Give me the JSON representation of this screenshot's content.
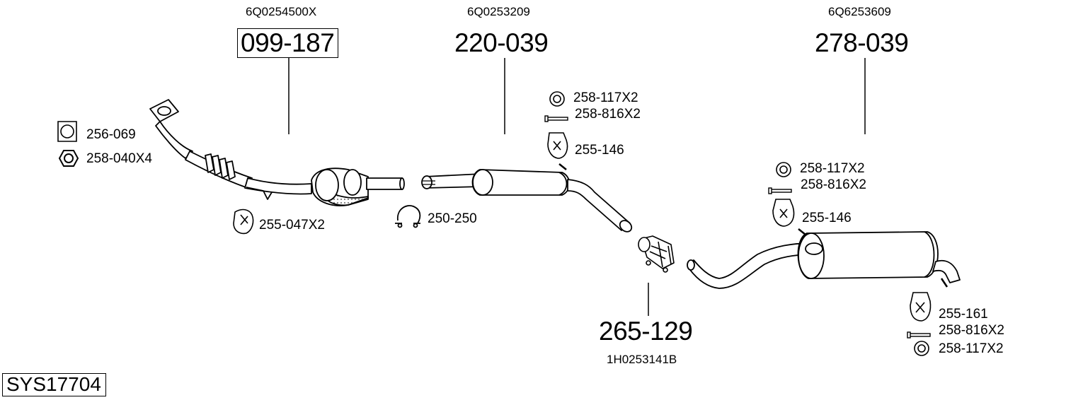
{
  "system_code": "SYS17704",
  "main_parts": [
    {
      "id": "catalytic-converter",
      "part_number": "099-187",
      "oem_number": "6Q0254500X",
      "highlighted": true
    },
    {
      "id": "center-silencer",
      "part_number": "220-039",
      "oem_number": "6Q0253209",
      "highlighted": false
    },
    {
      "id": "connector-pipe",
      "part_number": "265-129",
      "oem_number": "1H0253141B",
      "highlighted": false
    },
    {
      "id": "rear-silencer",
      "part_number": "278-039",
      "oem_number": "6Q6253609",
      "highlighted": false
    }
  ],
  "accessories": {
    "cat_gasket": "256-069",
    "cat_nut": "258-040X4",
    "cat_hanger": "255-047X2",
    "clamp": "250-250",
    "center_ring": "258-117X2",
    "center_bolt": "258-816X2",
    "center_hanger": "255-146",
    "rear_ring": "258-117X2",
    "rear_bolt": "258-816X2",
    "rear_hanger": "255-146",
    "tail_hanger": "255-161",
    "tail_bolt": "258-816X2",
    "tail_ring": "258-117X2"
  },
  "colors": {
    "line": "#000000",
    "part_fill": "#ffffff",
    "shade": "#b8b8b8"
  },
  "icons": [
    "gasket-icon",
    "hex-nut-icon",
    "rubber-hanger-icon",
    "pipe-clamp-icon",
    "seal-ring-icon",
    "bolt-icon"
  ]
}
